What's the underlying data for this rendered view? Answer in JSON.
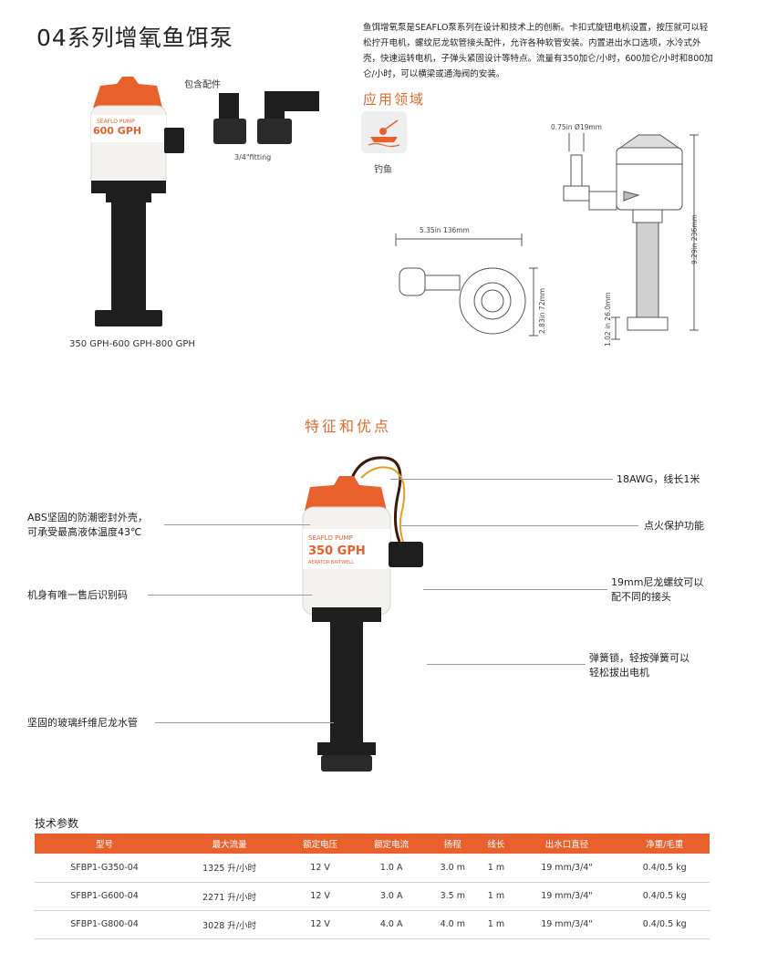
{
  "header": {
    "title": "04系列增氧鱼饵泵",
    "intro": "鱼饵增氧泵是SEAFLO泵系列在设计和技术上的创新。卡扣式旋钮电机设置，按压就可以轻松拧开电机，螺纹尼龙软管接头配件，允许各种软管安装。内置进出水口选项，水冷式外壳，快速运转电机，子弹头紧固设计等特点。流量有350加仑/小时，600加仑/小时和800加仑/小时，可以横梁或通海阀的安装。"
  },
  "product": {
    "label_brand": "SEAFLO PUMP",
    "label_flow_top": "600 GPH",
    "label_flow_feature": "350 GPH",
    "label_sub": "AERATOR BAITWELL",
    "model_range": "350 GPH-600 GPH-800 GPH",
    "accessories_label": "包含配件",
    "fitting_label": "3/4\"fitting"
  },
  "application": {
    "title": "应用领域",
    "item_label": "钓鱼",
    "icon": "fishing-boat-icon"
  },
  "dimensions": {
    "inlet": "0.75in  Ø19mm",
    "width": "5.35in 136mm",
    "height_side": "2.83in 72mm",
    "height_total": "9.29in 236mm",
    "base": "1.02 in 26.0mm"
  },
  "features": {
    "title": "特征和优点",
    "left": [
      "ABS坚固的防潮密封外壳，\n可承受最高液体温度43℃",
      "机身有唯一售后识别码",
      "坚固的玻璃纤维尼龙水管"
    ],
    "right": [
      "18AWG，线长1米",
      "点火保护功能",
      "19mm尼龙螺纹可以\n配不同的接头",
      "弹簧锁，轻按弹簧可以\n轻松拔出电机"
    ]
  },
  "specs": {
    "title": "技术参数",
    "headers": [
      "型号",
      "最大流量",
      "额定电压",
      "额定电流",
      "扬程",
      "线长",
      "出水口直径",
      "净重/毛重"
    ],
    "rows": [
      [
        "SFBP1-G350-04",
        "1325 升/小时",
        "12 V",
        "1.0 A",
        "3.0 m",
        "1 m",
        "19 mm/3/4\"",
        "0.4/0.5 kg"
      ],
      [
        "SFBP1-G600-04",
        "2271 升/小时",
        "12 V",
        "3.0 A",
        "3.5 m",
        "1 m",
        "19 mm/3/4\"",
        "0.4/0.5 kg"
      ],
      [
        "SFBP1-G800-04",
        "3028 升/小时",
        "12 V",
        "4.0 A",
        "4.0 m",
        "1 m",
        "19 mm/3/4\"",
        "0.4/0.5 kg"
      ]
    ]
  },
  "colors": {
    "accent": "#e8612c",
    "title_accent": "#e06a2e",
    "pump_body": "#f4f2ee",
    "pump_dark": "#1e1e1e"
  }
}
